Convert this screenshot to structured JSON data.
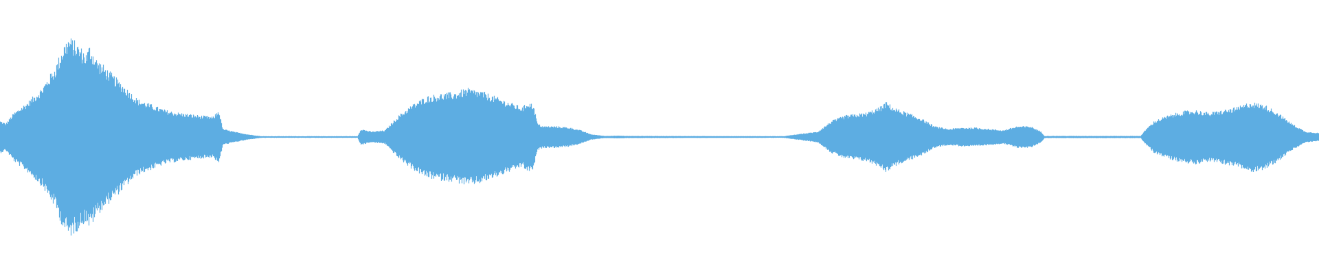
{
  "waveform": {
    "color": "#5dade2",
    "background": "#ffffff",
    "envelope": [
      [
        0,
        0.12
      ],
      [
        8,
        0.1
      ],
      [
        20,
        0.18
      ],
      [
        40,
        0.26
      ],
      [
        60,
        0.36
      ],
      [
        80,
        0.52
      ],
      [
        92,
        0.68
      ],
      [
        100,
        0.74
      ],
      [
        110,
        0.7
      ],
      [
        125,
        0.62
      ],
      [
        130,
        0.68
      ],
      [
        140,
        0.58
      ],
      [
        160,
        0.48
      ],
      [
        180,
        0.38
      ],
      [
        200,
        0.28
      ],
      [
        220,
        0.24
      ],
      [
        240,
        0.2
      ],
      [
        260,
        0.18
      ],
      [
        290,
        0.16
      ],
      [
        310,
        0.15
      ],
      [
        318,
        0.2
      ],
      [
        324,
        0.06
      ],
      [
        340,
        0.04
      ],
      [
        360,
        0.02
      ],
      [
        380,
        0.006
      ],
      [
        520,
        0.006
      ],
      [
        525,
        0.06
      ],
      [
        540,
        0.04
      ],
      [
        560,
        0.05
      ],
      [
        580,
        0.16
      ],
      [
        600,
        0.24
      ],
      [
        620,
        0.3
      ],
      [
        640,
        0.32
      ],
      [
        660,
        0.33
      ],
      [
        680,
        0.36
      ],
      [
        700,
        0.34
      ],
      [
        720,
        0.3
      ],
      [
        740,
        0.26
      ],
      [
        760,
        0.22
      ],
      [
        768,
        0.26
      ],
      [
        776,
        0.24
      ],
      [
        782,
        0.1
      ],
      [
        790,
        0.08
      ],
      [
        810,
        0.08
      ],
      [
        830,
        0.07
      ],
      [
        845,
        0.05
      ],
      [
        860,
        0.02
      ],
      [
        880,
        0.008
      ],
      [
        900,
        0.01
      ],
      [
        910,
        0.008
      ],
      [
        1140,
        0.006
      ],
      [
        1160,
        0.02
      ],
      [
        1190,
        0.04
      ],
      [
        1210,
        0.12
      ],
      [
        1230,
        0.16
      ],
      [
        1260,
        0.18
      ],
      [
        1280,
        0.22
      ],
      [
        1290,
        0.26
      ],
      [
        1300,
        0.22
      ],
      [
        1320,
        0.18
      ],
      [
        1340,
        0.14
      ],
      [
        1360,
        0.08
      ],
      [
        1380,
        0.06
      ],
      [
        1400,
        0.07
      ],
      [
        1420,
        0.07
      ],
      [
        1440,
        0.06
      ],
      [
        1460,
        0.05
      ],
      [
        1480,
        0.08
      ],
      [
        1500,
        0.08
      ],
      [
        1515,
        0.04
      ],
      [
        1520,
        0.008
      ],
      [
        1660,
        0.008
      ],
      [
        1668,
        0.06
      ],
      [
        1680,
        0.12
      ],
      [
        1700,
        0.16
      ],
      [
        1720,
        0.19
      ],
      [
        1740,
        0.2
      ],
      [
        1760,
        0.18
      ],
      [
        1780,
        0.2
      ],
      [
        1800,
        0.22
      ],
      [
        1820,
        0.26
      ],
      [
        1840,
        0.24
      ],
      [
        1860,
        0.18
      ],
      [
        1880,
        0.1
      ],
      [
        1900,
        0.04
      ],
      [
        1920,
        0.03
      ]
    ]
  }
}
